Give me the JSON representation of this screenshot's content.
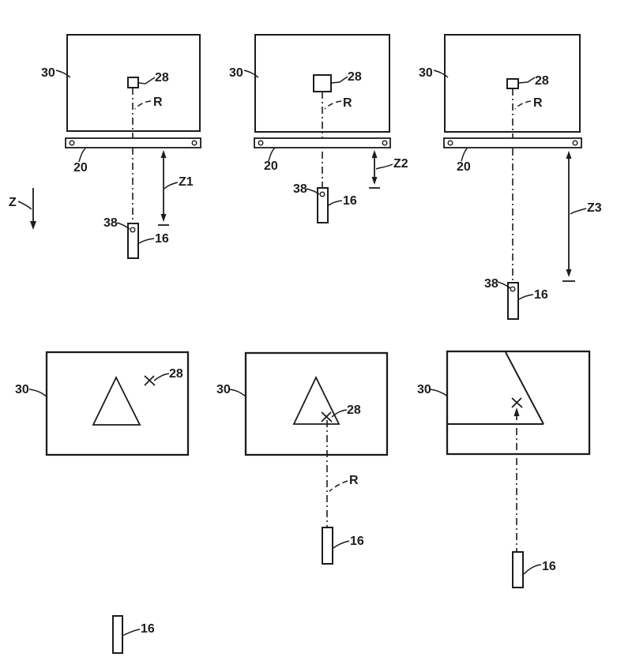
{
  "figure": {
    "type": "patent-style-diagram",
    "description": "Six-panel technical figure: top row shows a display screen with target square, support plate, pointer and Z-distance dimensions; bottom row shows screen views with triangle and X cursor at increasing zoom",
    "colors": {
      "background": "#ffffff",
      "ink": "#1c1c1c"
    },
    "labels": {
      "screen": "30",
      "target": "28",
      "ray": "R",
      "support": "20",
      "z_axis": "Z",
      "z1": "Z1",
      "z2": "Z2",
      "z3": "Z3",
      "tip": "38",
      "stylus": "16"
    }
  }
}
